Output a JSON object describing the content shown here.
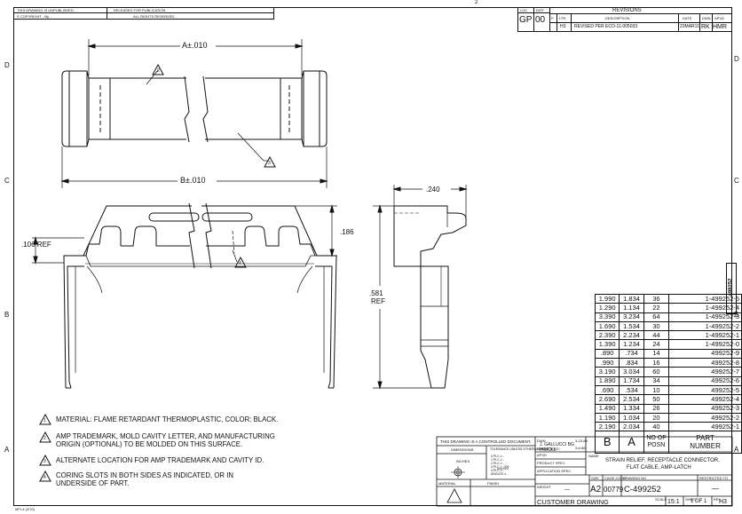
{
  "top_strip": {
    "unpublished": "THIS DRAWING IS UNPUBLISHED.",
    "released": "RELEASED FOR PUBLICATION",
    "copyright": "© COPYRIGHT  -  By  -",
    "rights": "ALL RIGHTS RESERVED."
  },
  "border": {
    "rows_left": [
      "D",
      "C",
      "B",
      "A"
    ],
    "rows_right": [
      "D",
      "C",
      "B",
      "A"
    ],
    "col_mark": "2",
    "side_number": "499252",
    "footer_code": "MFI-4 (3/70)"
  },
  "revisions": {
    "loc_label": "LOC",
    "dist_label": "DIST",
    "loc": "GP",
    "dist": "00",
    "title": "REVISIONS",
    "headers": [
      "P",
      "LTR",
      "DESCRIPTION",
      "DATE",
      "DWN",
      "APVD"
    ],
    "row": {
      "ltr": "H3",
      "desc": "REVISED PER ECO-11-005033",
      "date": "23MAR11",
      "dwn": "RK",
      "apvd": "HMR"
    }
  },
  "dimensions": {
    "a": "A±.010",
    "b": "B±.010",
    "ref106": ".106 REF",
    "d186": ".186",
    "d240": ".240",
    "d581": ".581",
    "ref": "REF"
  },
  "callouts": [
    "2",
    "3",
    "4"
  ],
  "notes": [
    {
      "num": "1",
      "text": "MATERIAL: FLAME RETARDANT THERMOPLASTIC, COLOR: BLACK."
    },
    {
      "num": "2",
      "line1": "AMP TRADEMARK, MOLD CAVITY LETTER, AND MANUFACTURING",
      "line2": "ORIGIN (OPTIONAL) TO BE MOLDED ON THIS SURFACE."
    },
    {
      "num": "3",
      "text": "ALTERNATE LOCATION FOR AMP TRADEMARK AND CAVITY ID."
    },
    {
      "num": "4",
      "line1": "CORING SLOTS IN BOTH SIDES AS INDICATED, OR IN",
      "line2": "UNDERSIDE OF PART."
    }
  ],
  "parts_table": {
    "rows": [
      [
        "1.990",
        "1.834",
        "36",
        "1-499252-5"
      ],
      [
        "1.290",
        "1.134",
        "22",
        "1-499252-4"
      ],
      [
        "3.390",
        "3.234",
        "64",
        "1-499252-3"
      ],
      [
        "1.690",
        "1.534",
        "30",
        "1-499252-2"
      ],
      [
        "2.390",
        "2.234",
        "44",
        "1-499252-1"
      ],
      [
        "1.390",
        "1.234",
        "24",
        "1-499252-0"
      ],
      [
        ".890",
        ".734",
        "14",
        "499252-9"
      ],
      [
        ".990",
        ".834",
        "16",
        "499252-8"
      ],
      [
        "3.190",
        "3.034",
        "60",
        "499252-7"
      ],
      [
        "1.890",
        "1.734",
        "34",
        "499252-6"
      ],
      [
        ".690",
        ".534",
        "10",
        "499252-5"
      ],
      [
        "2.690",
        "2.534",
        "50",
        "499252-4"
      ],
      [
        "1.490",
        "1.334",
        "26",
        "499252-3"
      ],
      [
        "1.190",
        "1.034",
        "20",
        "499252-2"
      ],
      [
        "2.190",
        "2.034",
        "40",
        "499252-1"
      ]
    ],
    "footer": {
      "b": "B",
      "a": "A",
      "posn": "NO OF POSN",
      "part": "PART NUMBER"
    }
  },
  "title_block": {
    "controlled": "THIS DRAWING IS A CONTROLLED DOCUMENT.",
    "dwn_label": "DWN",
    "dwn": "J. GALLUCCI BG",
    "dwn_date": "3-23-88",
    "chk_label": "CHK",
    "chk": "H.MOLL",
    "chk_date": "3-6-86",
    "appd_label": "APVD",
    "dimensions_label": "DIMENSIONS:",
    "dimensions_val": "INCHES",
    "tolerance_label": "TOLERANCE UNLESS OTHERWISE SPECIFIED:",
    "tolerances": [
      "0 PLC  ±  -",
      "1 PLC  ±  -",
      "2 PLC  ±  -",
      "3 PLC  ±  .005",
      "4 PLC  ±  -",
      "ANGLES  ±  -"
    ],
    "product_spec": "PRODUCT SPEC",
    "application_spec": "APPLICATION SPEC",
    "weight": "WEIGHT",
    "dash": "—",
    "material_label": "MATERIAL",
    "finish_label": "FINISH",
    "name_label": "NAME",
    "name_line1": "STRAIN RELIEF, RECEPTACLE CONNECTOR,",
    "name_line2": "FLAT CABLE, AMP-LATCH",
    "size_label": "SIZE",
    "cage_label": "CAGE CODE",
    "dwg_label": "DRAWING NO",
    "restricted_label": "RESTRICTED TO",
    "size": "A2",
    "cage": "00779",
    "dwg": "C-499252",
    "restricted": "—",
    "customer": "CUSTOMER DRAWING",
    "scale_label": "SCALE",
    "scale": "15:1",
    "sheet_label": "SHEET",
    "sheet": "1 OF 1",
    "rev_label": "REV",
    "rev": "H3"
  }
}
